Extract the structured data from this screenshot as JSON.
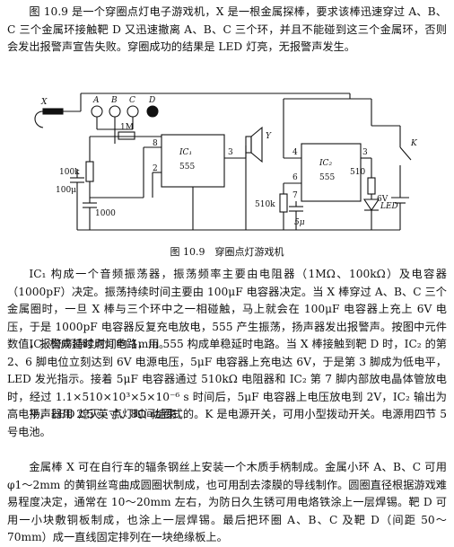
{
  "paragraphs": {
    "intro": "图 10.9 是一个穿圈点灯电子游戏机，X 是一根金属探棒，要求该棒迅速穿过 A、B、C 三个金属环接触靶 D 又迅速撤离 A、B、C 三个环，并且不能碰到这三个金属环，否则会发出报警声宣告失败。穿圈成功的结果是 LED 灯亮，无报警声发生。",
    "ic1": "IC₁ 构成一个音频振荡器，振荡频率主要由电阻器（1MΩ、100kΩ）及电容器（1000pF）决定。振荡持续时间主要由 100μF 电容器决定。当 X 棒穿过 A、B、C 三个金属圈时，一旦 X 棒与三个环中之一相碰触，马上就会在 100μF 电容器上充上 6V 电压，于是 1000pF 电容器反复充电放电，555 产生振荡，扬声器发出报警声。按图中元件数值，报警声持续时间约 1min。",
    "ic2": "IC₂ 构成延时点灯电路，用 555 构成单稳延时电路。当 X 棒接触到靶 D 时，IC₂ 的第 2、6 脚电位立刻达到 6V 电源电压，5μF 电容器上充电达 6V，于是第 3 脚成为低电平，LED 发光指示。接着 5μF 电容器通过 510kΩ 电阻器和 IC₂ 第 7 脚内部放电晶体管放电时，经过 1.1×510×10³×5×10⁻⁶ s 时间后，5μF 电容器上电压放电到 2V，IC₂ 输出为高电平，LED 熄灭，点灯时间结束。",
    "speaker": "扬声器用 2.5 英寸、8Ω 动圈式的。K 是电源开关，可用小型拨动开关。电源用四节 5 号电池。",
    "build": "金属棒 X 可在自行车的辐条钢丝上安装一个木质手柄制成。金属小环 A、B、C 可用 φ1～2mm 的黄铜丝弯曲成圆圈状制成，也可用刮去漆膜的导线制作。圆圈直径根据游戏难易程度决定，通常在 10～20mm 左右，为防日久生锈可用电烙铁涂上一层焊锡。靶 D 可用一小块敷铜板制成，也涂上一层焊锡。最后把环圈 A、B、C 及靶 D（间距 50～70mm）成一直线固定排列在一块绝缘板上。"
  },
  "figure": {
    "caption": "图 10.9　穿圈点灯游戏机",
    "labels": {
      "x": "X",
      "a": "A",
      "b": "B",
      "c": "C",
      "d": "D",
      "ic1_name": "IC₁",
      "ic1_chip": "555",
      "ic2_name": "IC₂",
      "ic2_chip": "555",
      "r1": "1M",
      "r2": "100k",
      "r3": "510k",
      "r4": "510",
      "c1": "100μ",
      "c2": "1000",
      "c3": "5μ",
      "pin2": "2",
      "pin6": "6",
      "pin3": "3",
      "pin8": "8",
      "pin4": "4",
      "pin7": "7",
      "speaker": "Y",
      "led": "LED",
      "switch": "K",
      "battery": "6V"
    }
  }
}
